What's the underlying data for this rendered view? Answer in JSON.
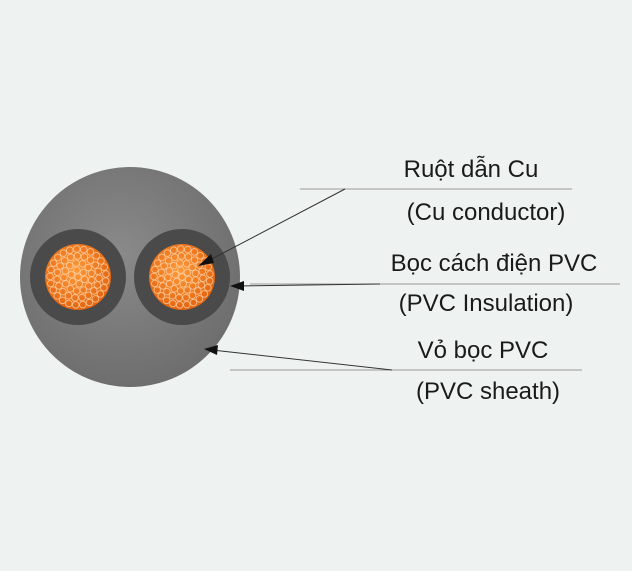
{
  "labels": {
    "conductor": {
      "vi": "Ruột dẫn Cu",
      "en": "(Cu conductor)"
    },
    "insulation": {
      "vi": "Bọc cách điện PVC",
      "en": "(PVC Insulation)"
    },
    "sheath": {
      "vi": "Vỏ bọc PVC",
      "en": "(PVC sheath)"
    }
  },
  "colors": {
    "background": "#eef3f2",
    "sheath": "#7d7d7d",
    "insulation": "#4a4a4a",
    "conductor": "#f07a1c",
    "strand_highlight": "#ffd8b0",
    "leader": "#333333"
  }
}
